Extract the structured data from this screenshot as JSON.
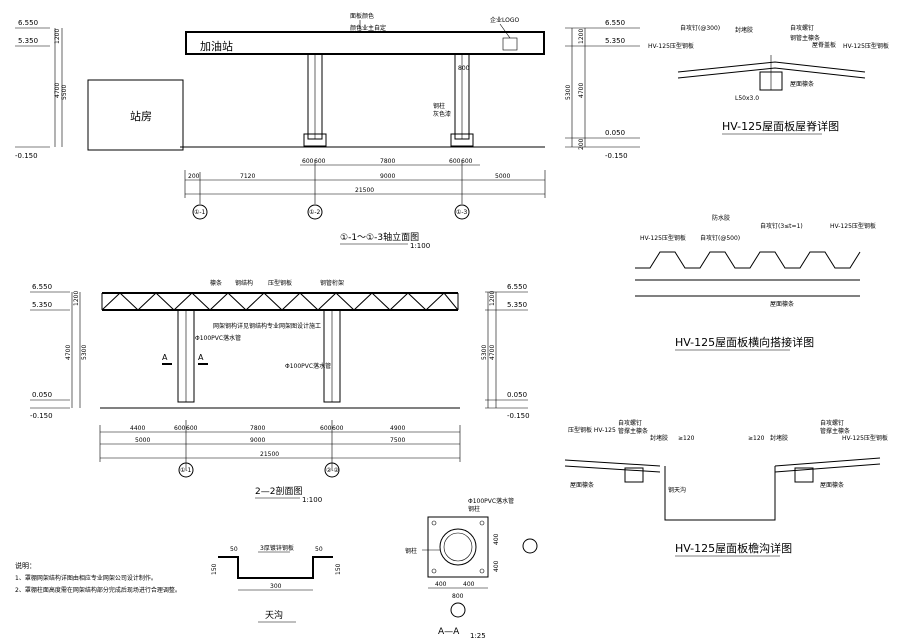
{
  "elev_view": {
    "levels_left": [
      "6.550",
      "5.350",
      "-0.150"
    ],
    "dims_left": [
      "1200",
      "4700",
      "5500"
    ],
    "levels_right": [
      "6.550",
      "5.350",
      "0.050",
      "-0.150"
    ],
    "dims_right": [
      "1200",
      "4700",
      "5300",
      "200"
    ],
    "canopy_label": "加油站",
    "building_label": "站房",
    "top_note_1": "面板颜色",
    "top_note_2": "颜色业主自定",
    "top_note_3": "企业LOGO",
    "col_note_1": "钢柱",
    "col_note_2": "灰色漆",
    "col_mark": "800",
    "base_dims": [
      "600",
      "600",
      "7800",
      "600",
      "600"
    ],
    "span_dims": [
      "200",
      "7120",
      "9000",
      "5000"
    ],
    "total_dim": "21500",
    "axes": [
      "①-1",
      "①-2",
      "①-3"
    ],
    "title": "①-1～①-3轴立面图",
    "scale": "1:100"
  },
  "section_view": {
    "levels_left": [
      "6.550",
      "5.350",
      "0.050",
      "-0.150"
    ],
    "dims_left": [
      "1200",
      "4700",
      "5300"
    ],
    "levels_right": [
      "6.550",
      "5.350",
      "0.050",
      "-0.150"
    ],
    "dims_right": [
      "1200",
      "4700",
      "5300"
    ],
    "label_a": "A",
    "label_b": "A",
    "truss_notes": [
      "檩条",
      "钢结构",
      "压型钢板",
      "钢管桁架"
    ],
    "middle_note": "网架钢构详见钢结构专业网架图设计施工",
    "pipe_note_1": "Φ100PVC落水管",
    "pipe_note_2": "Φ100PVC落水管",
    "dims_row1": [
      "4400",
      "600",
      "600",
      "7800",
      "600",
      "600",
      "4900"
    ],
    "dims_row2": [
      "5000",
      "9000",
      "7500"
    ],
    "total_dim": "21500",
    "axes": [
      "①-1",
      "②-②"
    ],
    "title": "2—2剖面图",
    "scale": "1:100"
  },
  "gutter_detail": {
    "dims_top": [
      "50",
      "50"
    ],
    "note": "3厚镀锌钢板",
    "dim_side_left": "150",
    "dim_side_right": "150",
    "dim_bottom": "300",
    "title": "天沟"
  },
  "aa_detail": {
    "notes": [
      "Φ100PVC落水管",
      "钢柱"
    ],
    "note_left": "钢柱",
    "dims_right": [
      "400",
      "400"
    ],
    "dims_bottom": [
      "400",
      "400"
    ],
    "total": "800",
    "title": "A—A",
    "scale": "1:25"
  },
  "ridge_detail": {
    "notes": [
      "自攻钉(@300)",
      "封堵胶",
      "自攻螺钉",
      "钢管主檩条",
      "屋脊盖板"
    ],
    "left_panel": "HV-125压型钢板",
    "right_panel": "HV-125压型钢板",
    "angle": "L50x3.0",
    "beam": "屋面檩条",
    "title": "HV-125屋面板屋脊详图"
  },
  "lap_detail": {
    "notes": [
      "防水胶",
      "自攻钉(3≤t=1)",
      "HV-125压型钢板",
      "自攻钉(@500)",
      "HV-125压型钢板"
    ],
    "note_bottom": "屋面檩条",
    "title": "HV-125屋面板横向搭接详图"
  },
  "gutter_panel_detail": {
    "left_notes": [
      "压型钢板 HV-125",
      "自攻螺钉",
      "管撑主檩条",
      "封堵胶"
    ],
    "right_notes": [
      "自攻螺钉",
      "管撑主檩条",
      "HV-125压型钢板",
      "封堵胶"
    ],
    "dim_left": "≥120",
    "dim_right": "≥120",
    "beam_left": "屋面檩条",
    "beam_right": "屋面檩条",
    "center": "钢天沟",
    "title": "HV-125屋面板檐沟详图"
  },
  "notes": {
    "heading": "说明：",
    "lines": [
      "1、罩棚网架结构详图由相应专业网架公司设计制作。",
      "2、罩棚柱面高度需在网架结构部分完成后现场进行合理调整。"
    ]
  }
}
